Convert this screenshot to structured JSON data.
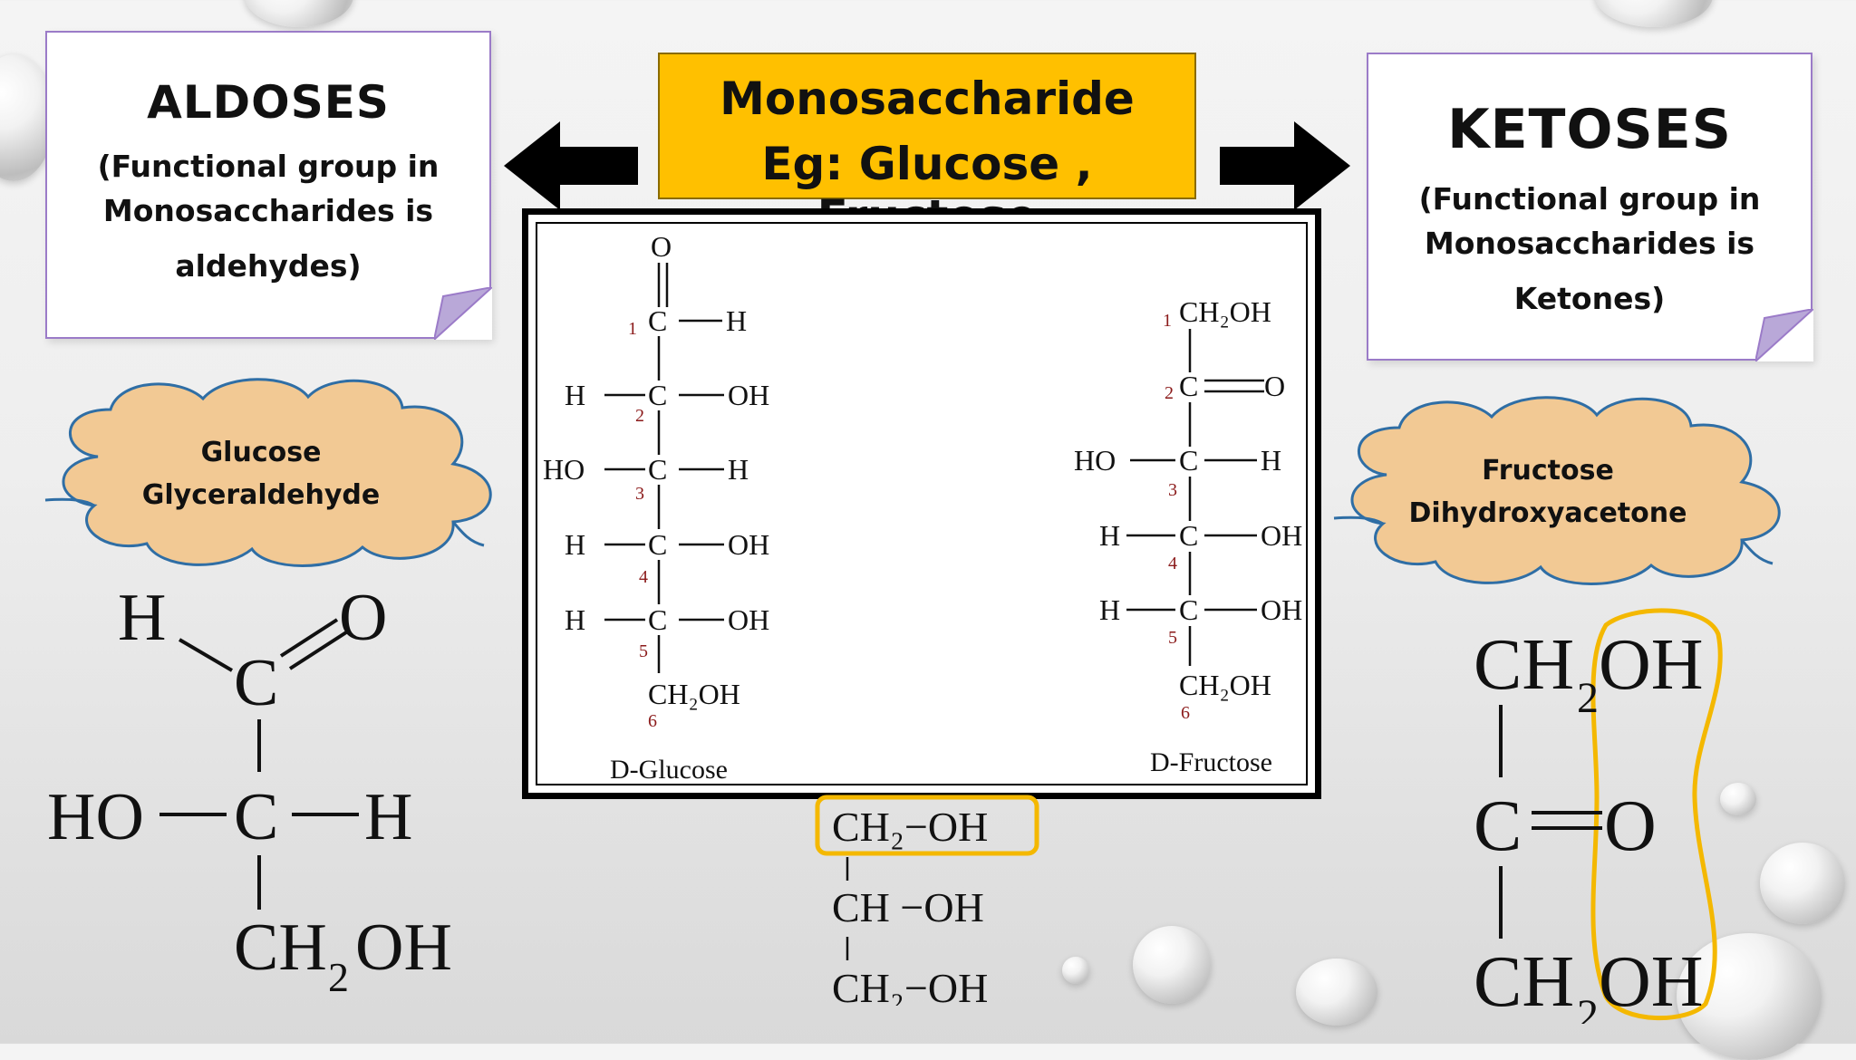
{
  "aldoses_note": {
    "title": "ALDOSES",
    "line1": "(Functional group in",
    "line2": "Monosaccharides is",
    "line3": "aldehydes)"
  },
  "ketoses_note": {
    "title": "KETOSES",
    "line1": "(Functional group in",
    "line2": "Monosaccharides is",
    "line3": "Ketones)"
  },
  "monosaccharide_box": {
    "title": "Monosaccharide",
    "example": "Eg: Glucose , Fructose"
  },
  "left_cloud": {
    "line1": "Glucose",
    "line2": "Glyceraldehyde"
  },
  "right_cloud": {
    "line1": "Fructose",
    "line2": "Dihydroxyacetone"
  },
  "glucose_structure": {
    "label": "D-Glucose",
    "carbon_numbers": [
      "1",
      "2",
      "3",
      "4",
      "5",
      "6"
    ],
    "top_atom": "O",
    "c1_right": "H",
    "rows": [
      {
        "left": "H",
        "right": "OH"
      },
      {
        "left": "HO",
        "right": "H"
      },
      {
        "left": "H",
        "right": "OH"
      },
      {
        "left": "H",
        "right": "OH"
      }
    ],
    "bottom_group": "CH₂OH"
  },
  "fructose_structure": {
    "label": "D-Fructose",
    "carbon_numbers": [
      "1",
      "2",
      "3",
      "4",
      "5",
      "6"
    ],
    "top_group": "CH₂OH",
    "c2_right": "O",
    "rows": [
      {
        "left": "HO",
        "right": "H"
      },
      {
        "left": "H",
        "right": "OH"
      },
      {
        "left": "H",
        "right": "OH"
      }
    ],
    "bottom_group": "CH₂OH"
  },
  "glyceraldehyde_structure": {
    "h": "H",
    "c": "C",
    "o": "O",
    "ho": "HO",
    "c2": "C",
    "h2": "H",
    "ch": "CH",
    "sub": "2",
    "oh": "OH"
  },
  "glycerol_structure": {
    "row1": "CH₂−OH",
    "row2": "CH −OH",
    "row3": "CH₂−OH"
  },
  "dihydroxyacetone_structure": {
    "top_ch": "CH",
    "top_sub": "2",
    "top_oh": "OH",
    "c": "C",
    "o": "O",
    "bot_ch": "CH",
    "bot_sub": "2",
    "bot_oh": "OH"
  },
  "colors": {
    "note_border": "#9b7bc8",
    "box_fill": "#ffc000",
    "cloud_fill": "#f2c994",
    "cloud_border": "#2f6ea5",
    "highlight": "#f4b800",
    "carbon_number": "#8b1a1a"
  }
}
